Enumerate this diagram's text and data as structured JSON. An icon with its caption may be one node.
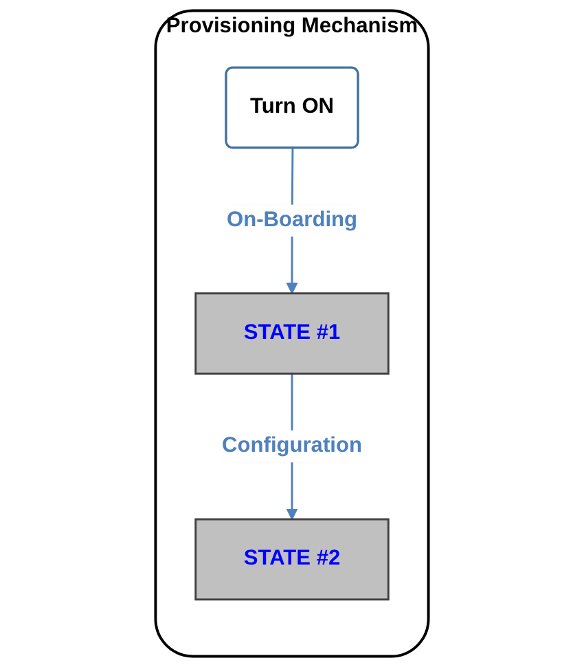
{
  "diagram": {
    "nodes": [
      {
        "text": [
          "Provisioning Mechanism"
        ]
      },
      {
        "text": [
          "Turn ON"
        ],
        "in": 0
      },
      {
        "text": [
          "STATE #1"
        ],
        "in": 0
      },
      {
        "text": [
          "STATE #2"
        ],
        "in": 0
      }
    ],
    "edges": [
      {
        "from": 1,
        "to": 2,
        "arrow": "to",
        "label": "On-Boarding"
      },
      {
        "from": 2,
        "to": 3,
        "arrow": "to",
        "label": "Configuration"
      }
    ]
  }
}
